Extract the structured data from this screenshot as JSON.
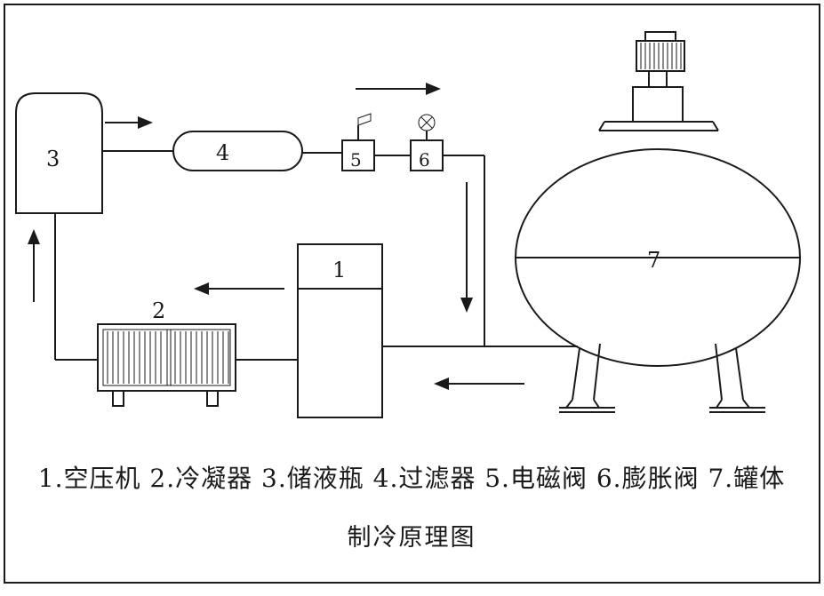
{
  "diagram": {
    "type": "refrigeration-principle-schematic",
    "components": {
      "compressor": {
        "number": "1",
        "name": "空压机"
      },
      "condenser": {
        "number": "2",
        "name": "冷凝器"
      },
      "receiver": {
        "number": "3",
        "name": "储液瓶"
      },
      "filter": {
        "number": "4",
        "name": "过滤器"
      },
      "solenoid_valve": {
        "number": "5",
        "name": "电磁阀"
      },
      "expansion_valve": {
        "number": "6",
        "name": "膨胀阀"
      },
      "tank": {
        "number": "7",
        "name": "罐体"
      }
    },
    "caption": "1.空压机 2.冷凝器 3.储液瓶 4.过滤器 5.电磁阀 6.膨胀阀 7.罐体",
    "title": "制冷原理图",
    "colors": {
      "line": "#1a1a1a",
      "background": "#ffffff"
    }
  }
}
